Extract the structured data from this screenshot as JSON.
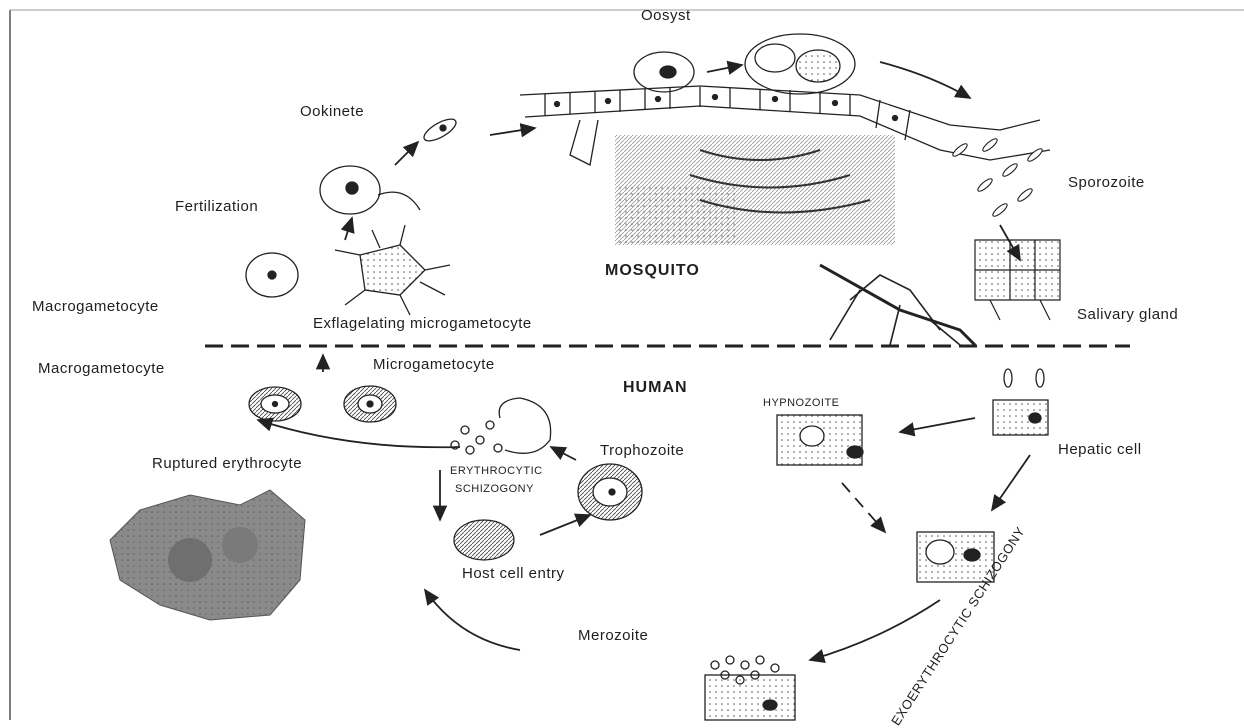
{
  "sections": {
    "mosquito": "MOSQUITO",
    "human": "HUMAN"
  },
  "labels": {
    "oocyst": "Oosyst",
    "ookinete": "Ookinete",
    "fertilization": "Fertilization",
    "sporozoite": "Sporozoite",
    "salivary_gland": "Salivary gland",
    "macrogametocyte_mosquito": "Macrogametocyte",
    "exflagellating": "Exflagelating microgametocyte",
    "macrogametocyte_human": "Macrogametocyte",
    "microgametocyte": "Microgametocyte",
    "ruptured_erythrocyte": "Ruptured erythrocyte",
    "trophozoite": "Trophozoite",
    "erythrocytic_1": "ERYTHROCYTIC",
    "erythrocytic_2": "SCHIZOGONY",
    "host_cell_entry": "Host cell entry",
    "hypnozoite": "HYPNOZOITE",
    "hepatic_cell": "Hepatic cell",
    "merozoite": "Merozoite",
    "exoerythrocytic": "EXOERYTHROCYTIC SCHIZOGONY"
  }
}
